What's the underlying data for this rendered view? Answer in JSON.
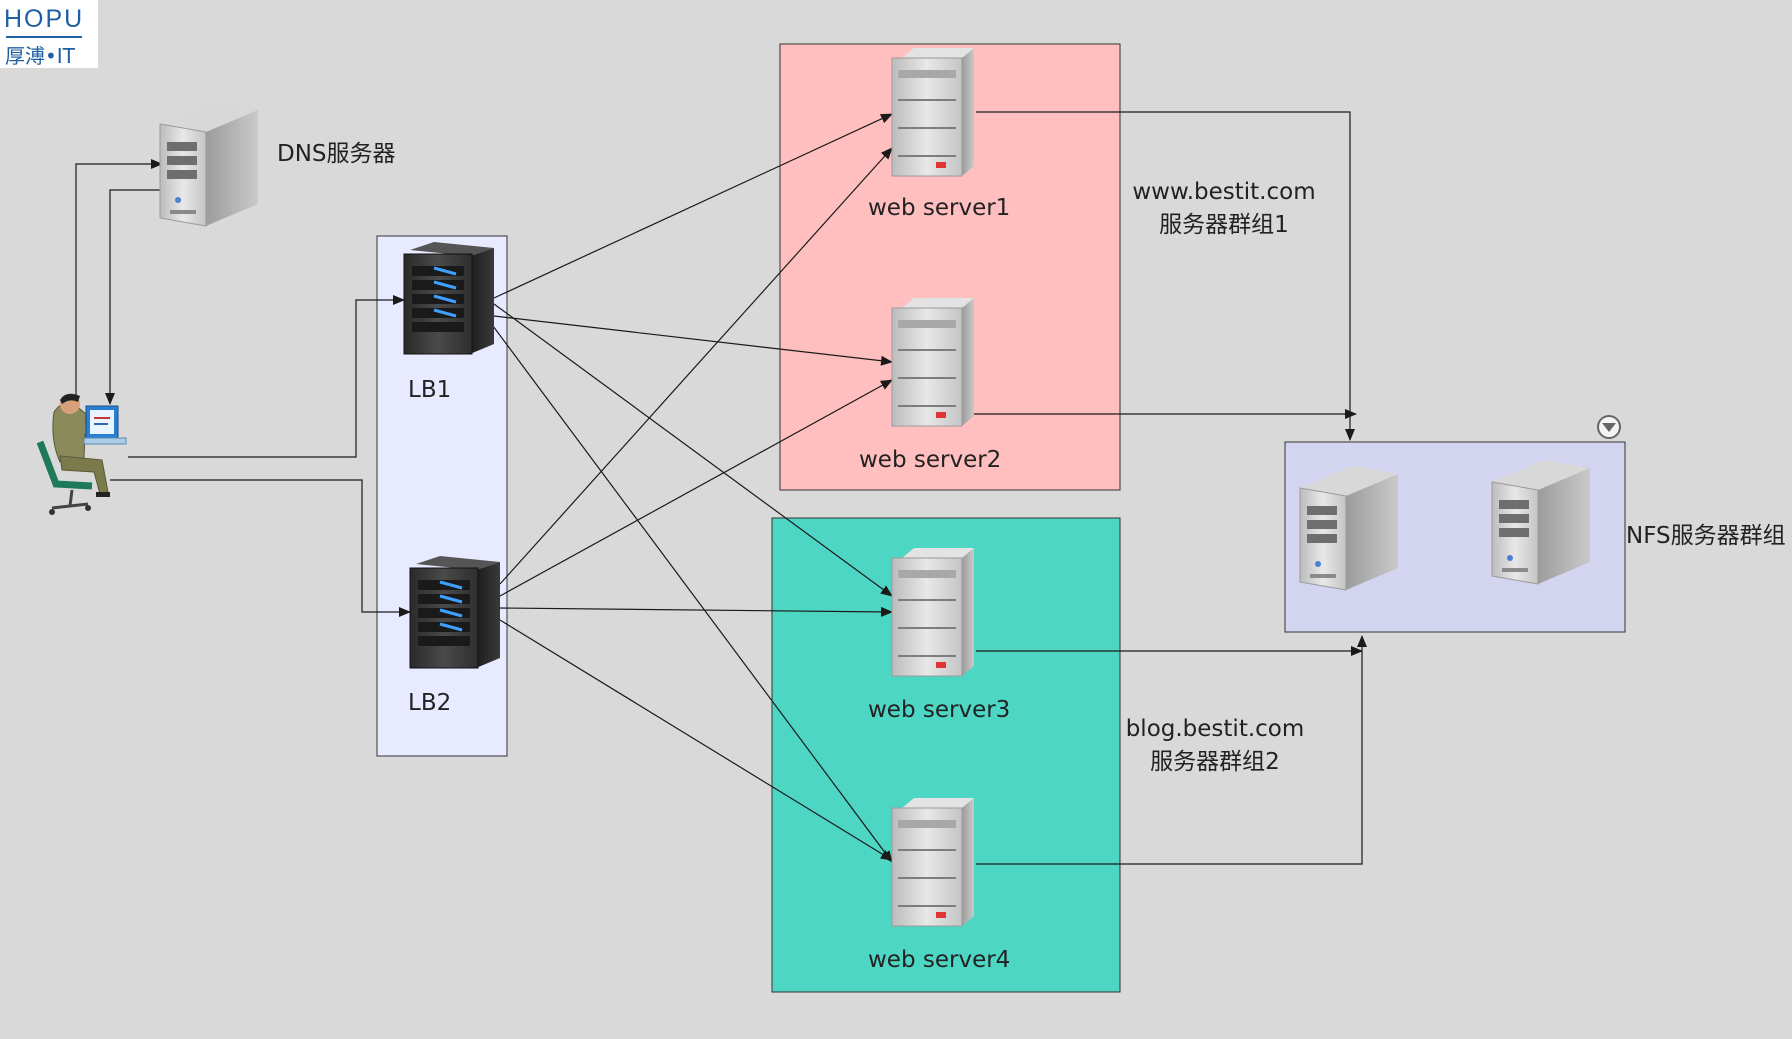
{
  "logo": {
    "top": "HOPU",
    "bottom": "厚溥•IT"
  },
  "nodes": {
    "dns": "DNS服务器",
    "lb1": "LB1",
    "lb2": "LB2",
    "ws1": "web server1",
    "ws2": "web server2",
    "ws3": "web server3",
    "ws4": "web server4"
  },
  "groups": {
    "g1_domain": "www.bestit.com",
    "g1_name": "服务器群组1",
    "g2_domain": "blog.bestit.com",
    "g2_name": "服务器群组2",
    "nfs": "NFS服务器群组"
  },
  "colors": {
    "background": "#d9d9d9",
    "lb_panel": "#e8ebff",
    "group1": "#ffbfbf",
    "group2": "#4dd6c4",
    "nfs_panel": "#d2d4f0",
    "line": "#1a1a1a"
  }
}
